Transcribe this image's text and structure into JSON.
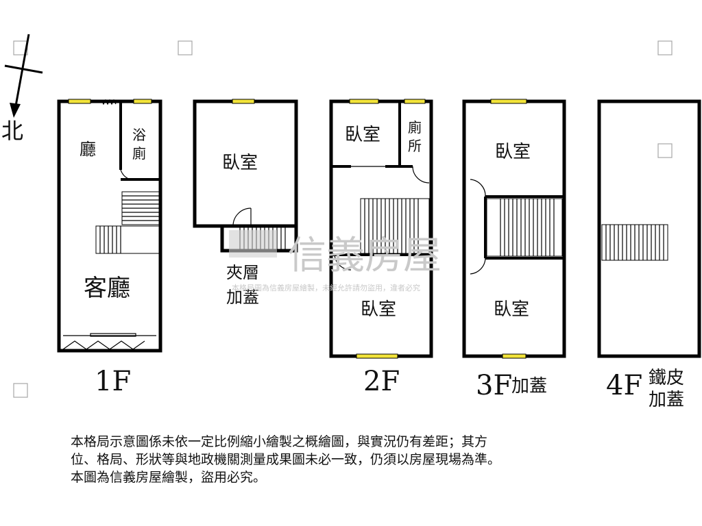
{
  "compass": {
    "label": "北"
  },
  "floors": [
    {
      "id": "1F",
      "label": "1F",
      "suffix": "",
      "rooms": [
        "廳",
        "浴",
        "廁",
        "客廳"
      ]
    },
    {
      "id": "mezz",
      "label": "",
      "suffix": "",
      "rooms": [
        "臥室",
        "夾層",
        "加蓋"
      ]
    },
    {
      "id": "2F",
      "label": "2F",
      "suffix": "",
      "rooms": [
        "臥室",
        "廁",
        "所",
        "臥室"
      ]
    },
    {
      "id": "3F",
      "label": "3F",
      "suffix": "加蓋",
      "rooms": [
        "臥室",
        "臥室"
      ]
    },
    {
      "id": "4F",
      "label": "4F",
      "suffix_lines": [
        "鐵皮",
        "加蓋"
      ]
    }
  ],
  "watermark": {
    "brand": "信義房屋",
    "notice": "本格局圖為信義房屋繪製，未經允許請勿盜用，違者必究"
  },
  "disclaimer": {
    "lines": [
      "本格局示意圖係未依一定比例縮小繪製之概繪圖，與實況仍有差距；其方",
      "位、格局、形狀等與地政機關測量成果圖未必一致，仍須以房屋現場為準。",
      "本圖為信義房屋繪製，盜用必究。"
    ]
  }
}
